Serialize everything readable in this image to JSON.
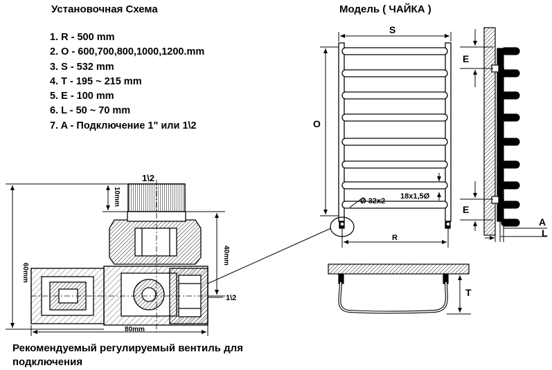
{
  "titles": {
    "installation_scheme": "Установочная Схема",
    "model": "Модель  ( ЧАЙКА  )"
  },
  "specs": [
    "1. R - 500 mm",
    "2. O - 600,700,800,1000,1200.mm",
    "3. S - 532 mm",
    "4. T - 195 ~ 215 mm",
    "5. E - 100 mm",
    "6. L - 50 ~ 70 mm",
    "7. A - Подключение 1\" или 1\\2"
  ],
  "caption": "Рекомендуемый регулируемый вентиль для подключения",
  "valve_labels": {
    "top_thread": "1\\2",
    "side_thread": "1\\2",
    "height_total": "60mm",
    "thread_height": "10mm",
    "inner_height": "40mm",
    "width": "80mm"
  },
  "front_labels": {
    "S": "S",
    "O": "O",
    "R": "R",
    "pipe": "32x2",
    "rung": "18x1,5"
  },
  "side_labels": {
    "E_top": "E",
    "E_bottom": "E",
    "A": "A",
    "L": "L"
  },
  "top_view_labels": {
    "T": "T"
  },
  "diameter_symbol": "Ø"
}
